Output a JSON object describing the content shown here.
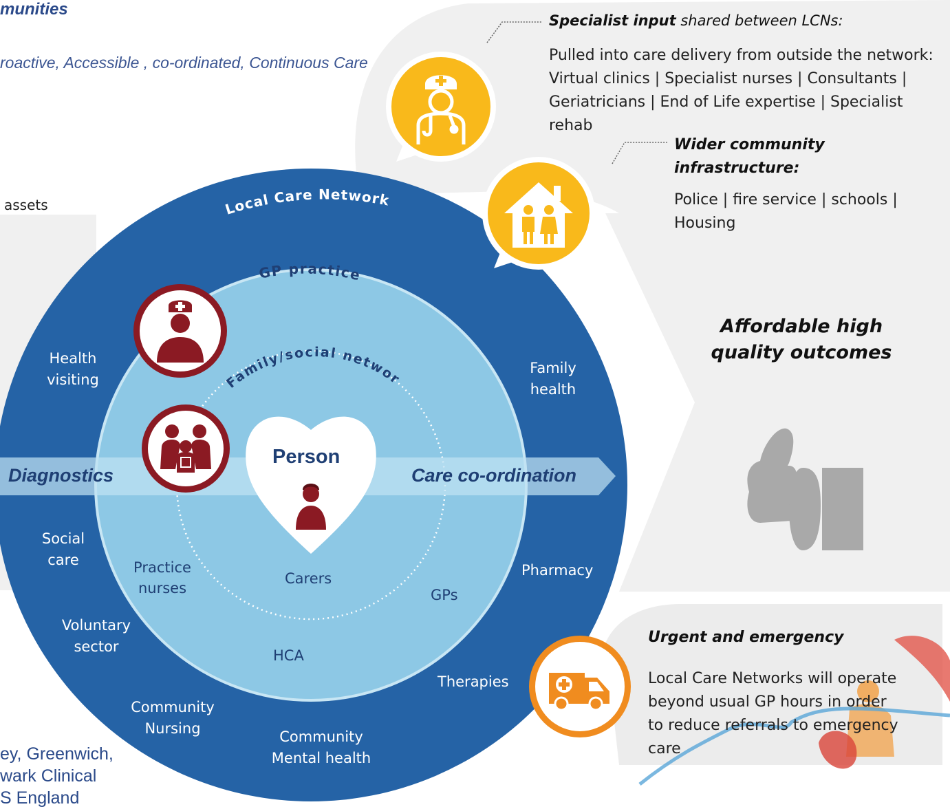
{
  "header": {
    "title_fragment": "munities",
    "subtitle_fragment": "roactive, Accessible , co-ordinated, Continuous Care",
    "assets_fragment": "assets"
  },
  "ring": {
    "outer_label": "Local Care Network",
    "inner_label": "GP practice",
    "family_label": "Family/social network",
    "outer_items": {
      "health_visiting": [
        "Health",
        "visiting"
      ],
      "social_care": [
        "Social",
        "care"
      ],
      "voluntary_sector": [
        "Voluntary",
        "sector"
      ],
      "community_nursing": [
        "Community",
        "Nursing"
      ],
      "community_mental_health": [
        "Community",
        "Mental health"
      ],
      "therapies": "Therapies",
      "pharmacy": "Pharmacy",
      "family_health": [
        "Family",
        "health"
      ]
    },
    "inner_items": {
      "practice_nurses": [
        "Practice",
        "nurses"
      ],
      "carers": "Carers",
      "gps": "GPs",
      "hca": "HCA"
    },
    "center": "Person"
  },
  "arrow": {
    "left": "Diagnostics",
    "right": "Care co-ordination"
  },
  "specialist": {
    "heading_bold": "Specialist input",
    "heading_rest": " shared between LCNs:",
    "body": [
      "Pulled into care delivery from outside the network:",
      "Virtual clinics | Specialist nurses | Consultants |",
      "Geriatricians |  End of Life expertise | Specialist",
      "rehab"
    ]
  },
  "community": {
    "heading": [
      "Wider community",
      "infrastructure:"
    ],
    "body": [
      "Police | fire service | schools |",
      "Housing"
    ]
  },
  "outcomes": {
    "text": [
      "Affordable high",
      "quality outcomes"
    ]
  },
  "urgent": {
    "heading": "Urgent and emergency",
    "body": [
      "Local Care Networks will operate",
      "beyond usual GP hours in order",
      "to reduce referrals to emergency",
      "care"
    ]
  },
  "logo": {
    "lines": [
      "ey, Greenwich,",
      "wark Clinical",
      "S England"
    ]
  },
  "colors": {
    "outer_ring": "#2563a6",
    "inner_disc": "#8dc8e5",
    "icon_yellow": "#f9b91b",
    "icon_red": "#8b1a23",
    "icon_orange": "#f08c1f",
    "panel_grey": "#f0f0f0",
    "text_blue": "#2b4a8a"
  },
  "icons": [
    "doctor-icon",
    "house-family-icon",
    "nurse-icon",
    "family-icon",
    "person-icon",
    "ambulance-icon",
    "thumbs-up-icon",
    "heart-icon"
  ]
}
